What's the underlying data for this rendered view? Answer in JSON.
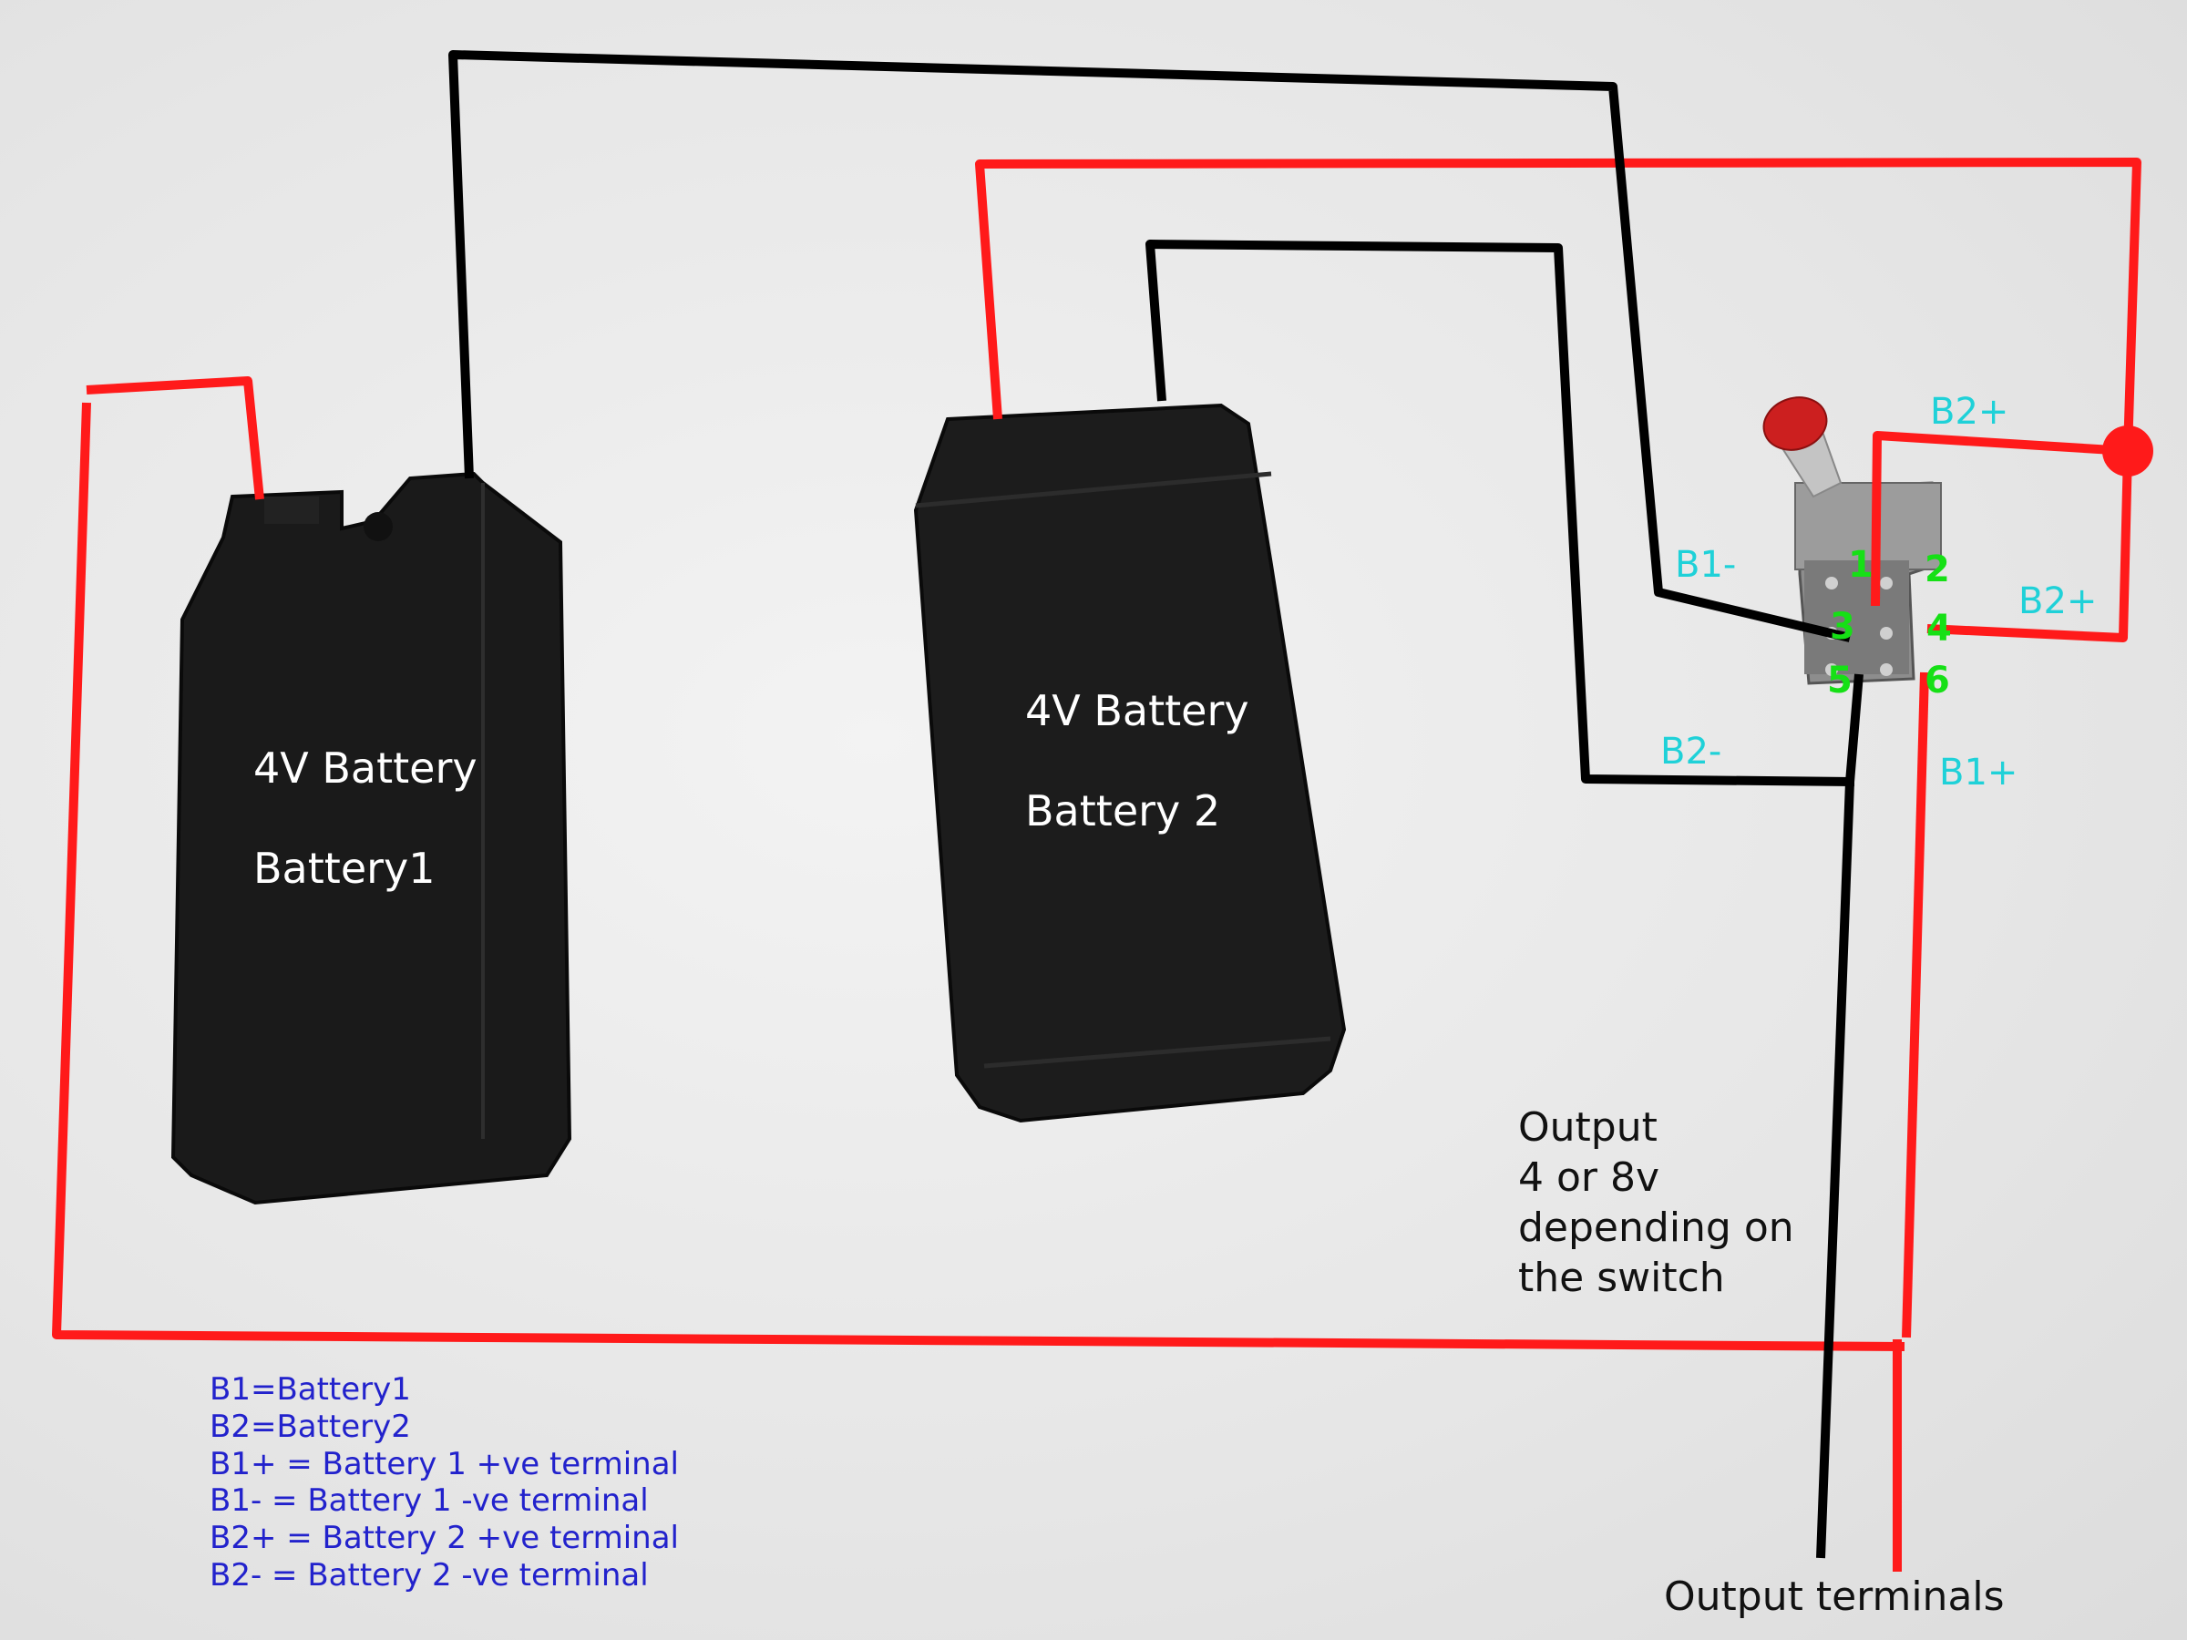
{
  "battery1": {
    "voltage_label": "4V Battery",
    "name_label": "Battery1"
  },
  "battery2": {
    "voltage_label": "4V Battery",
    "name_label": "Battery 2"
  },
  "terminals": {
    "b1_minus": "B1-",
    "b2_plus_top": "B2+",
    "b2_plus_right": "B2+",
    "b2_minus": "B2-",
    "b1_plus": "B1+"
  },
  "switch_pins": [
    "1",
    "2",
    "3",
    "4",
    "5",
    "6"
  ],
  "output_note": [
    "Output",
    "4 or 8v",
    "depending on",
    "the switch"
  ],
  "output_terminals_label": "Output terminals",
  "legend": [
    "B1=Battery1",
    "B2=Battery2",
    "B1+ = Battery 1 +ve terminal",
    "B1- = Battery 1 -ve terminal",
    "B2+ = Battery 2 +ve terminal",
    "B2- = Battery 2 -ve terminal"
  ],
  "colors": {
    "positive_wire": "#ff1a1a",
    "negative_wire": "#000000",
    "terminal_label": "#1fd1d8",
    "pin_label": "#16e016",
    "legend_text": "#2222cc"
  }
}
